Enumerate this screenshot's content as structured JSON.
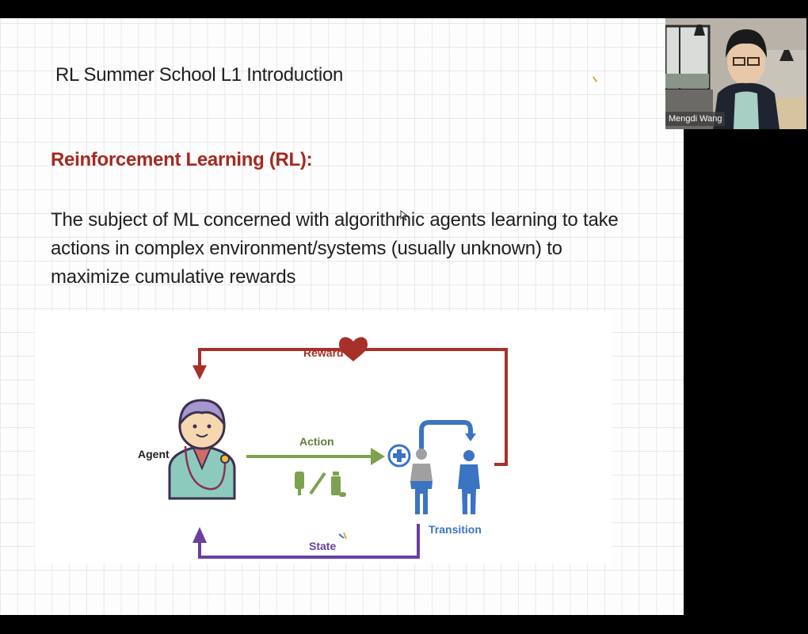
{
  "slide": {
    "title": "RL Summer School L1 Introduction",
    "heading": "Reinforcement Learning (RL):",
    "body": "The subject of ML concerned with algorithmic agents learning to take actions in complex environment/systems (usually unknown) to maximize cumulative rewards"
  },
  "diagram": {
    "reward_label": "Reward",
    "agent_label": "Agent",
    "action_label": "Action",
    "transition_label": "Transition",
    "state_label": "State",
    "colors": {
      "reward": "#a7302a",
      "action": "#7da24f",
      "state": "#6a3fa0",
      "transition": "#3b74c2"
    }
  },
  "webcam": {
    "participant_name": "Mengdi Wang"
  }
}
